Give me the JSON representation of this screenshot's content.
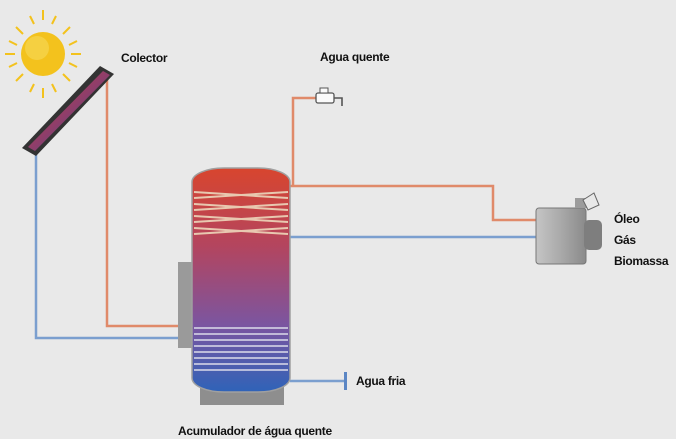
{
  "labels": {
    "collector": "Colector",
    "hot_water": "Agua quente",
    "cold_water": "Agua fria",
    "tank": "Acumulador de água quente",
    "fuel": [
      "Óleo",
      "Gás",
      "Biomassa"
    ]
  },
  "colors": {
    "hot_pipe": "#e08a6a",
    "cold_pipe": "#7b9fcf",
    "sun": "#f3c21d",
    "tank_top": "#d8452e",
    "tank_bottom": "#2f63b8"
  },
  "icons": {
    "sun": "sun-icon",
    "tap": "tap-icon",
    "boiler": "boiler-icon"
  }
}
